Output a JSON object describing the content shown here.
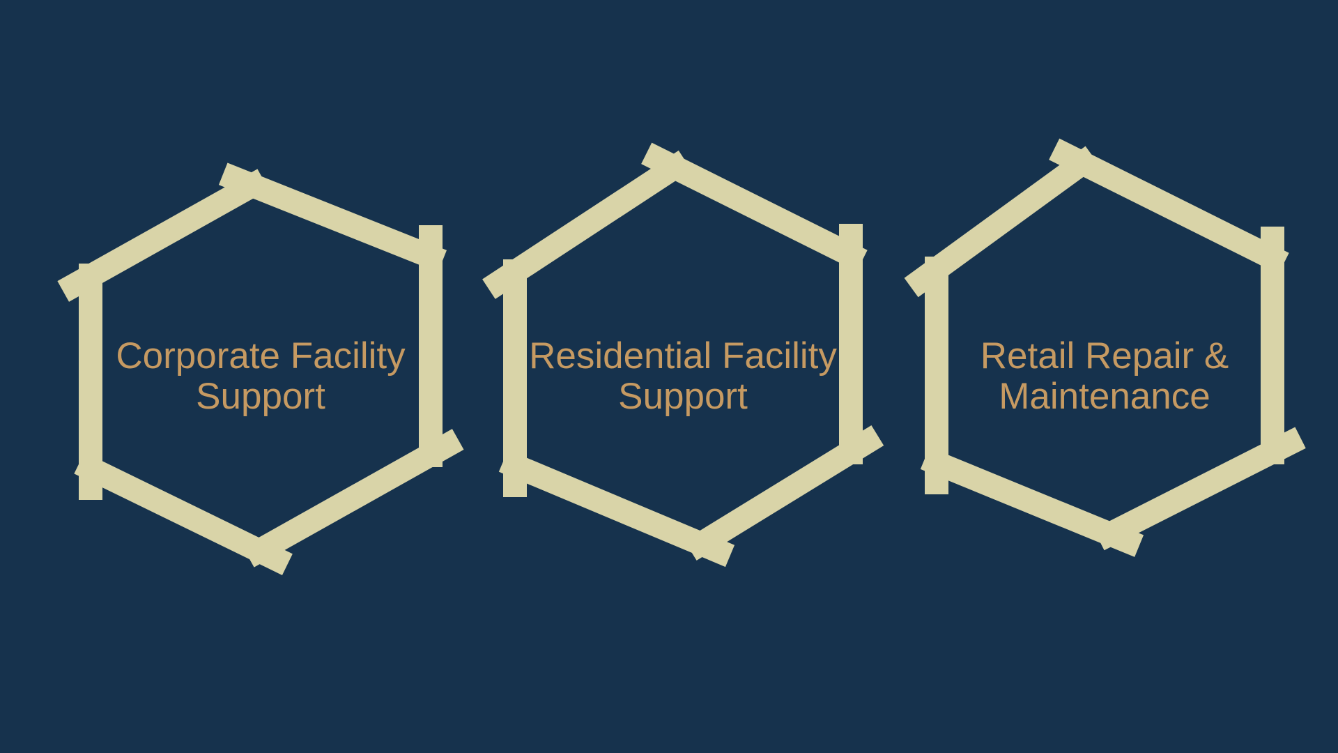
{
  "background_color": "#16324D",
  "outline_color": "#D9D4A8",
  "label_color": "#C69A62",
  "hexagons": [
    {
      "name": "corporate-facility-support",
      "lines": [
        "Corporate Facility",
        "Support"
      ]
    },
    {
      "name": "residential-facility-support",
      "lines": [
        "Residential Facility",
        "Support"
      ]
    },
    {
      "name": "retail-repair-maintenance",
      "lines": [
        "Retail Repair &",
        "Maintenance"
      ]
    }
  ]
}
